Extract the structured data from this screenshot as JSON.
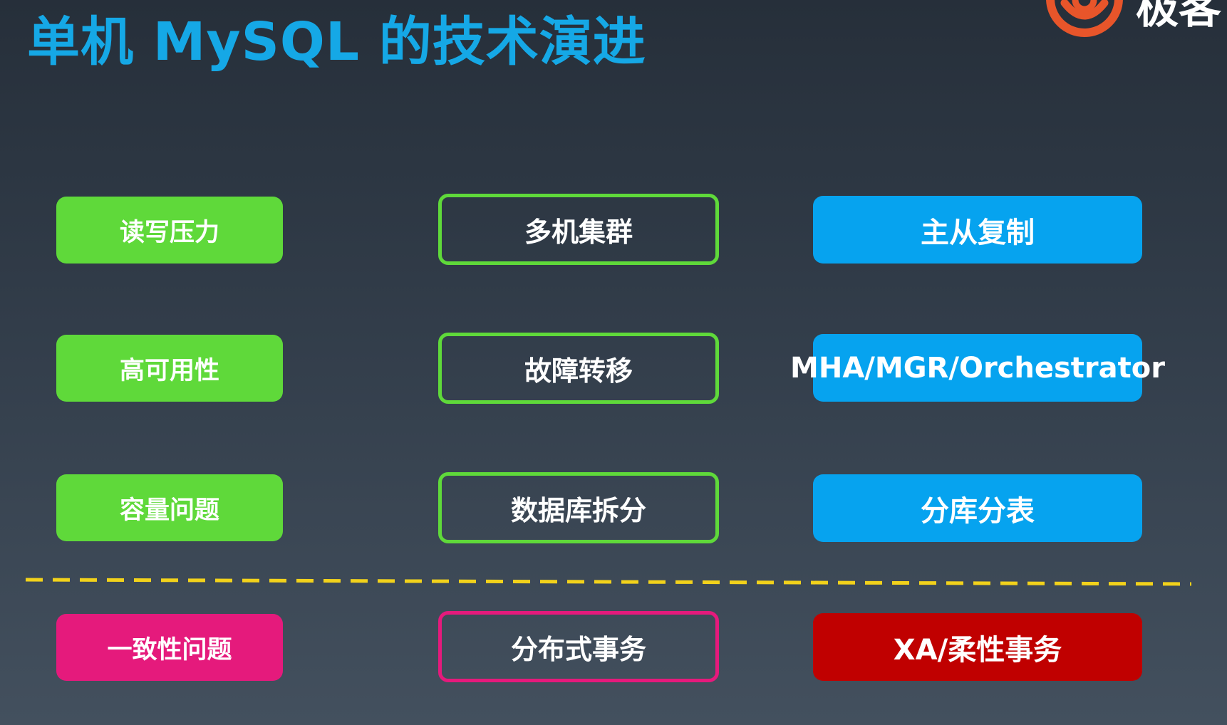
{
  "title": "单机 MySQL 的技术演进",
  "logo": {
    "text": "极客",
    "mark_color": "#e8552a"
  },
  "colors": {
    "title": "#15a8e6",
    "green": "#5fd93a",
    "blue": "#06a3ef",
    "pink": "#e51a7c",
    "red": "#c00000",
    "divider": "#f2d21b"
  },
  "rows": [
    {
      "problem": "读写压力",
      "approach": "多机集群",
      "solution": "主从复制"
    },
    {
      "problem": "高可用性",
      "approach": "故障转移",
      "solution": "MHA/MGR/Orchestrator"
    },
    {
      "problem": "容量问题",
      "approach": "数据库拆分",
      "solution": "分库分表"
    },
    {
      "problem": "一致性问题",
      "approach": "分布式事务",
      "solution": "XA/柔性事务"
    }
  ]
}
